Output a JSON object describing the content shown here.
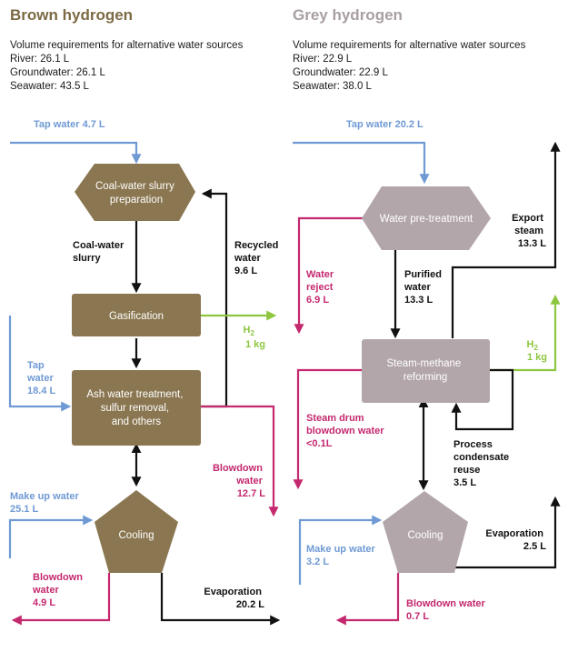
{
  "colors": {
    "brown_title": "#7c6a44",
    "brown_node": "#8a7650",
    "grey_title": "#a89ea3",
    "grey_node": "#b2a6ab",
    "tap_blue": "#6f9ad4",
    "blowdown_magenta": "#c4286e",
    "hydrogen_green": "#8dc63f",
    "black": "#111111"
  },
  "brown": {
    "title": "Brown hydrogen",
    "requirements": {
      "heading": "Volume requirements for alternative water sources",
      "river": "River: 26.1 L",
      "groundwater": "Groundwater: 26.1 L",
      "seawater": "Seawater: 43.5 L"
    },
    "nodes": {
      "slurry_prep": [
        "Coal-water slurry",
        "preparation"
      ],
      "gasification": "Gasification",
      "ash_treatment": [
        "Ash water treatment,",
        "sulfur removal,",
        "and others"
      ],
      "cooling": "Cooling"
    },
    "labels": {
      "tap_water_top": "Tap water 4.7 L",
      "coal_water_slurry": [
        "Coal-water",
        "slurry"
      ],
      "recycled_water": [
        "Recycled",
        "water",
        "9.6 L"
      ],
      "h2": [
        "H",
        "2",
        "1 kg"
      ],
      "tap_water_side": [
        "Tap",
        "water",
        "18.4 L"
      ],
      "blowdown_right": [
        "Blowdown",
        "water",
        "12.7 L"
      ],
      "make_up_water": [
        "Make up water",
        "25.1 L"
      ],
      "blowdown_bottom": [
        "Blowdown",
        "water",
        "4.9 L"
      ],
      "evaporation": [
        "Evaporation",
        "20.2 L"
      ]
    }
  },
  "grey": {
    "title": "Grey hydrogen",
    "requirements": {
      "heading": "Volume requirements for alternative water sources",
      "river": "River: 22.9 L",
      "groundwater": "Groundwater: 22.9 L",
      "seawater": "Seawater: 38.0 L"
    },
    "nodes": {
      "pretreatment": "Water pre-treatment",
      "smr": [
        "Steam-methane",
        "reforming"
      ],
      "cooling": "Cooling"
    },
    "labels": {
      "tap_water_top": "Tap water 20.2 L",
      "export_steam": [
        "Export",
        "steam",
        "13.3 L"
      ],
      "water_reject": [
        "Water",
        "reject",
        "6.9 L"
      ],
      "purified_water": [
        "Purified",
        "water",
        "13.3 L"
      ],
      "h2": [
        "H",
        "2",
        "1 kg"
      ],
      "steam_drum": [
        "Steam drum",
        "blowdown water",
        "<0.1L"
      ],
      "process_condensate": [
        "Process",
        "condensate",
        "reuse",
        "3.5 L"
      ],
      "make_up_water": [
        "Make up water",
        "3.2 L"
      ],
      "evaporation": [
        "Evaporation",
        "2.5 L"
      ],
      "blowdown_bottom": [
        "Blowdown water",
        "0.7 L"
      ]
    }
  }
}
